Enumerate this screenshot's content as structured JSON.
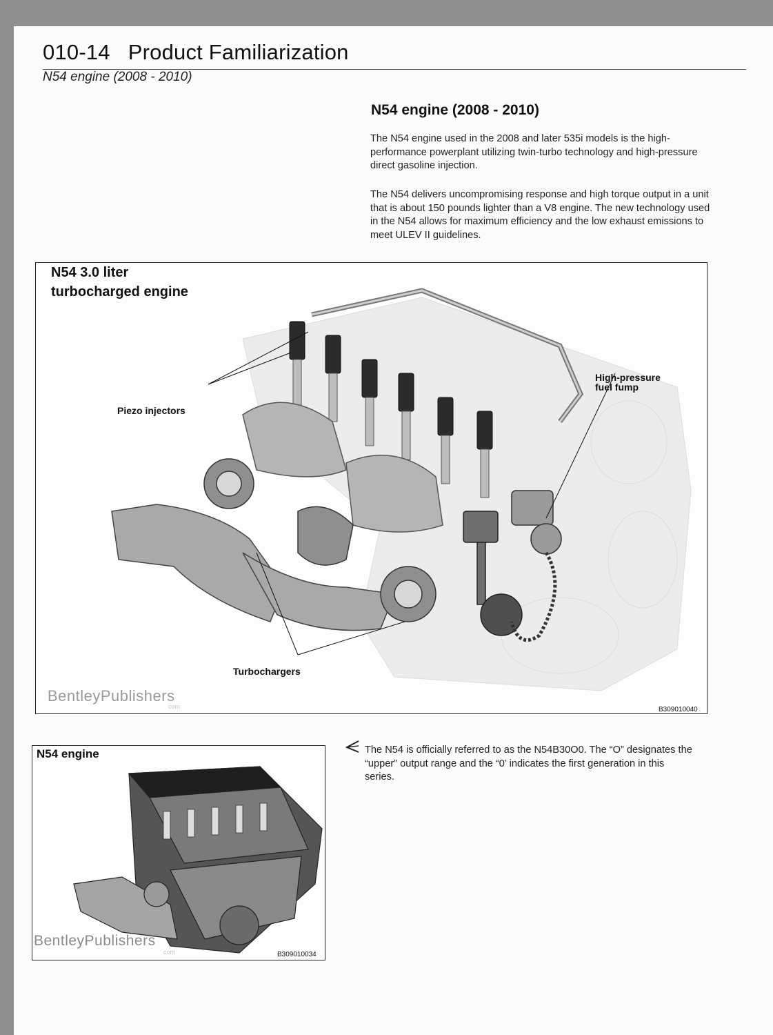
{
  "header": {
    "page_number": "010-14",
    "chapter_title": "Product Familiarization",
    "subtitle": "N54 engine (2008 - 2010)"
  },
  "section": {
    "title": "N54 engine (2008 - 2010)",
    "paragraphs": [
      "The N54 engine used in the 2008 and later 535i models is the high-performance powerplant utilizing twin-turbo technology and high-pressure direct gasoline injection.",
      "The N54 delivers uncompromising response and high torque output in a unit that is about 150 pounds lighter than a V8 engine. The new technology used in the N54 allows for maximum efficiency and the low exhaust emissions to meet ULEV II guidelines."
    ]
  },
  "figure1": {
    "title_line1": "N54 3.0 liter",
    "title_line2": "turbocharged engine",
    "callouts": {
      "piezo": "Piezo injectors",
      "pump_line1": "High-pressure",
      "pump_line2": "fuel fump",
      "turbo": "Turbochargers"
    },
    "watermark": "BentleyPublishers",
    "watermark_sub": "com",
    "figure_id": "B309010040"
  },
  "figure2": {
    "title": "N54 engine",
    "watermark": "BentleyPublishers",
    "watermark_sub": "com",
    "figure_id": "B309010034"
  },
  "note": {
    "text": "The N54 is officially referred to as the N54B30O0. The “O” designates the “upper” output range and the “0’ indicates the first generation in this series."
  }
}
